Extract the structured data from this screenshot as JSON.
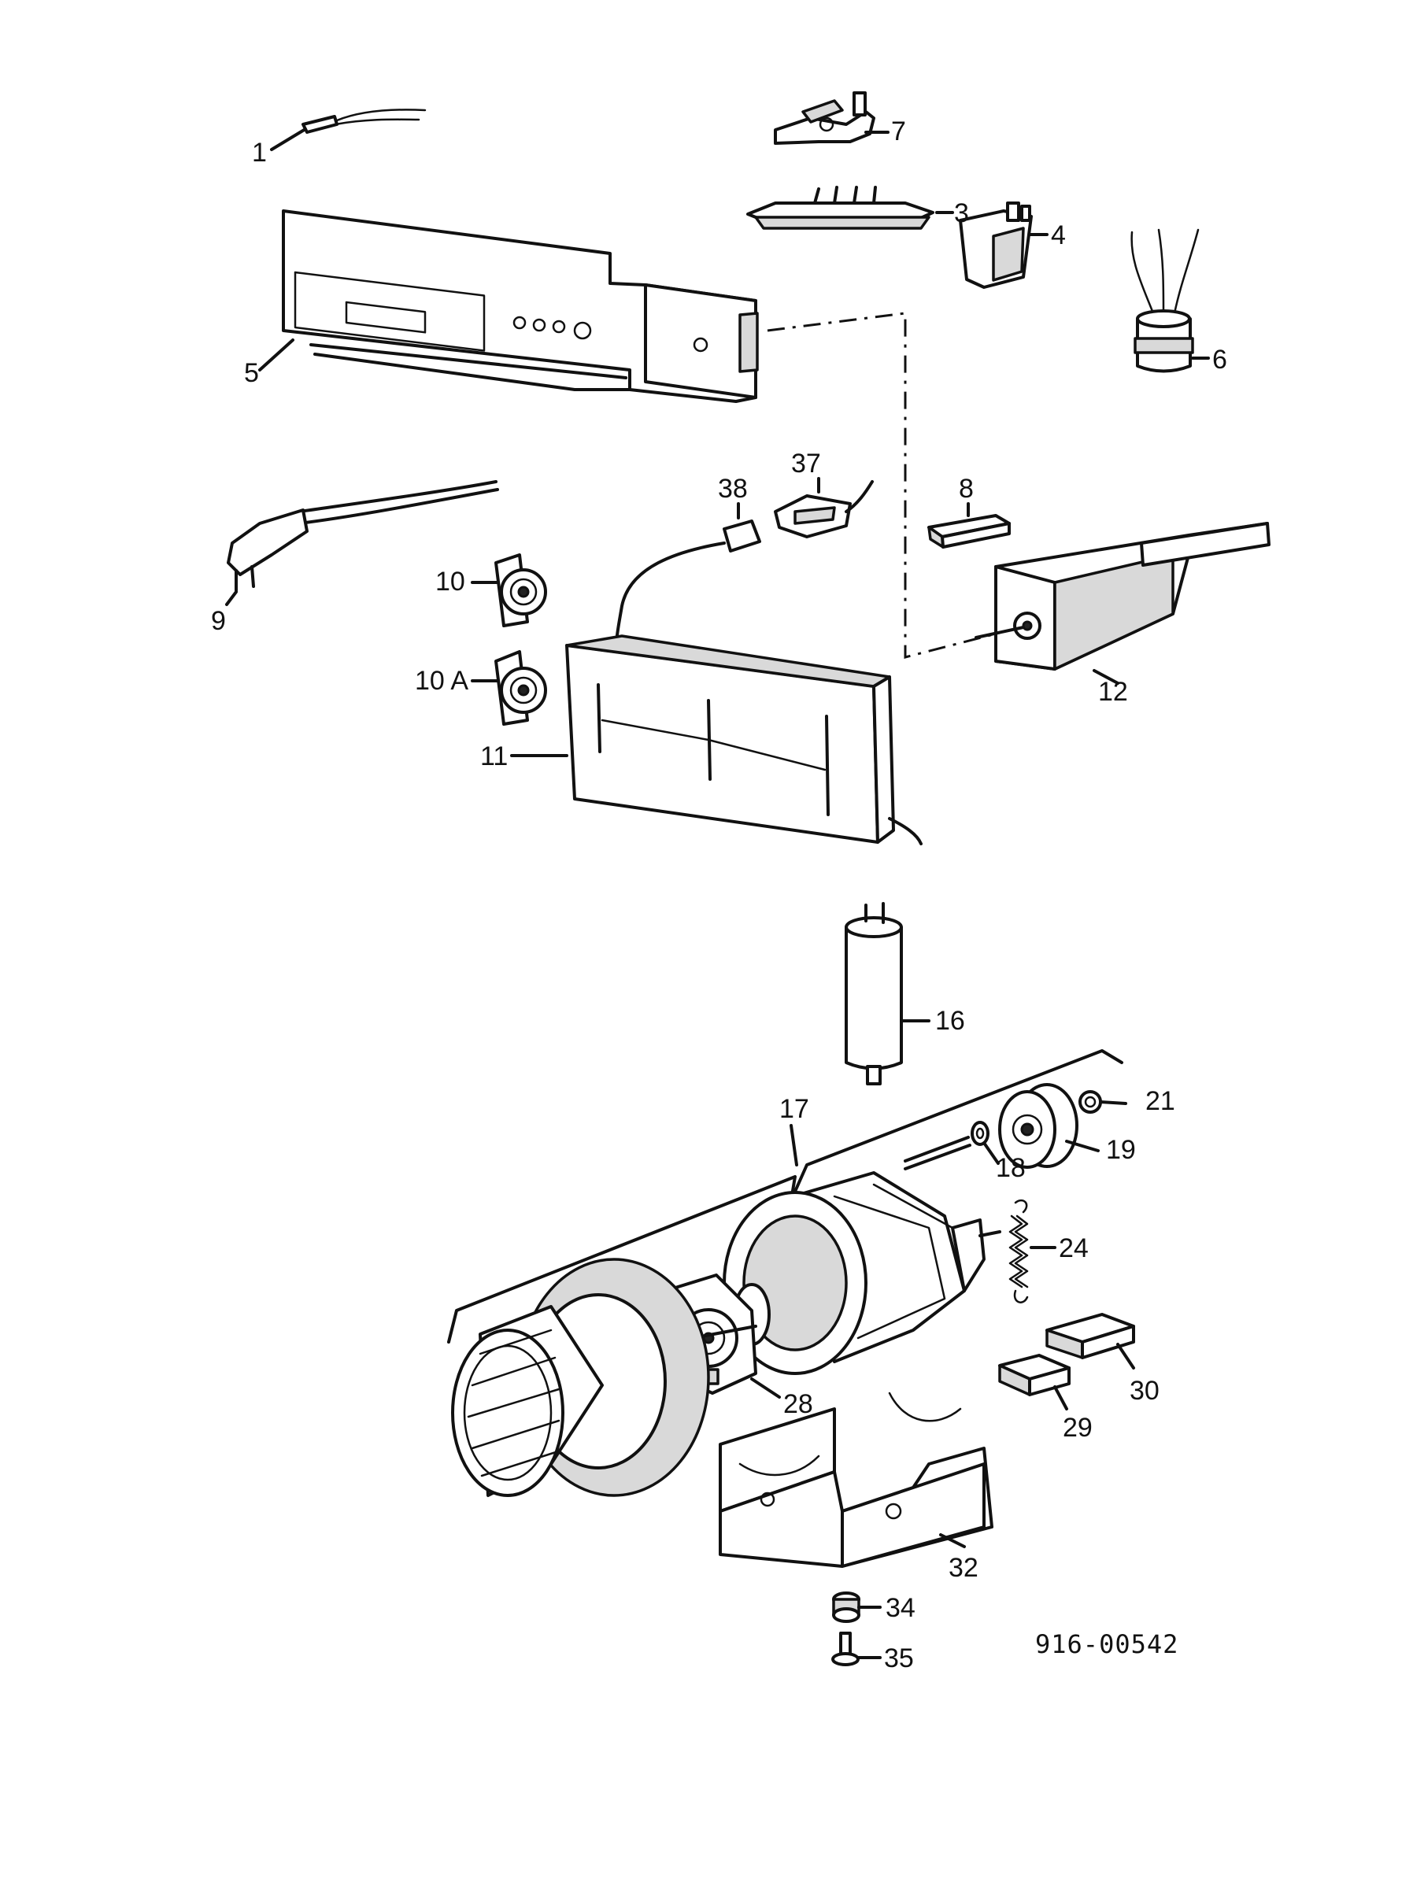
{
  "labels": {
    "p1": "1",
    "p3": "3",
    "p4": "4",
    "p5": "5",
    "p6": "6",
    "p7": "7",
    "p8": "8",
    "p9": "9",
    "p10": "10",
    "p10a": "10 A",
    "p11": "11",
    "p12": "12",
    "p16": "16",
    "p17": "17",
    "p18": "18",
    "p19": "19",
    "p21": "21",
    "p24": "24",
    "p28": "28",
    "p29": "29",
    "p30": "30",
    "p32": "32",
    "p34": "34",
    "p35": "35",
    "p37": "37",
    "p38": "38"
  },
  "drawing_code": "916-00542"
}
